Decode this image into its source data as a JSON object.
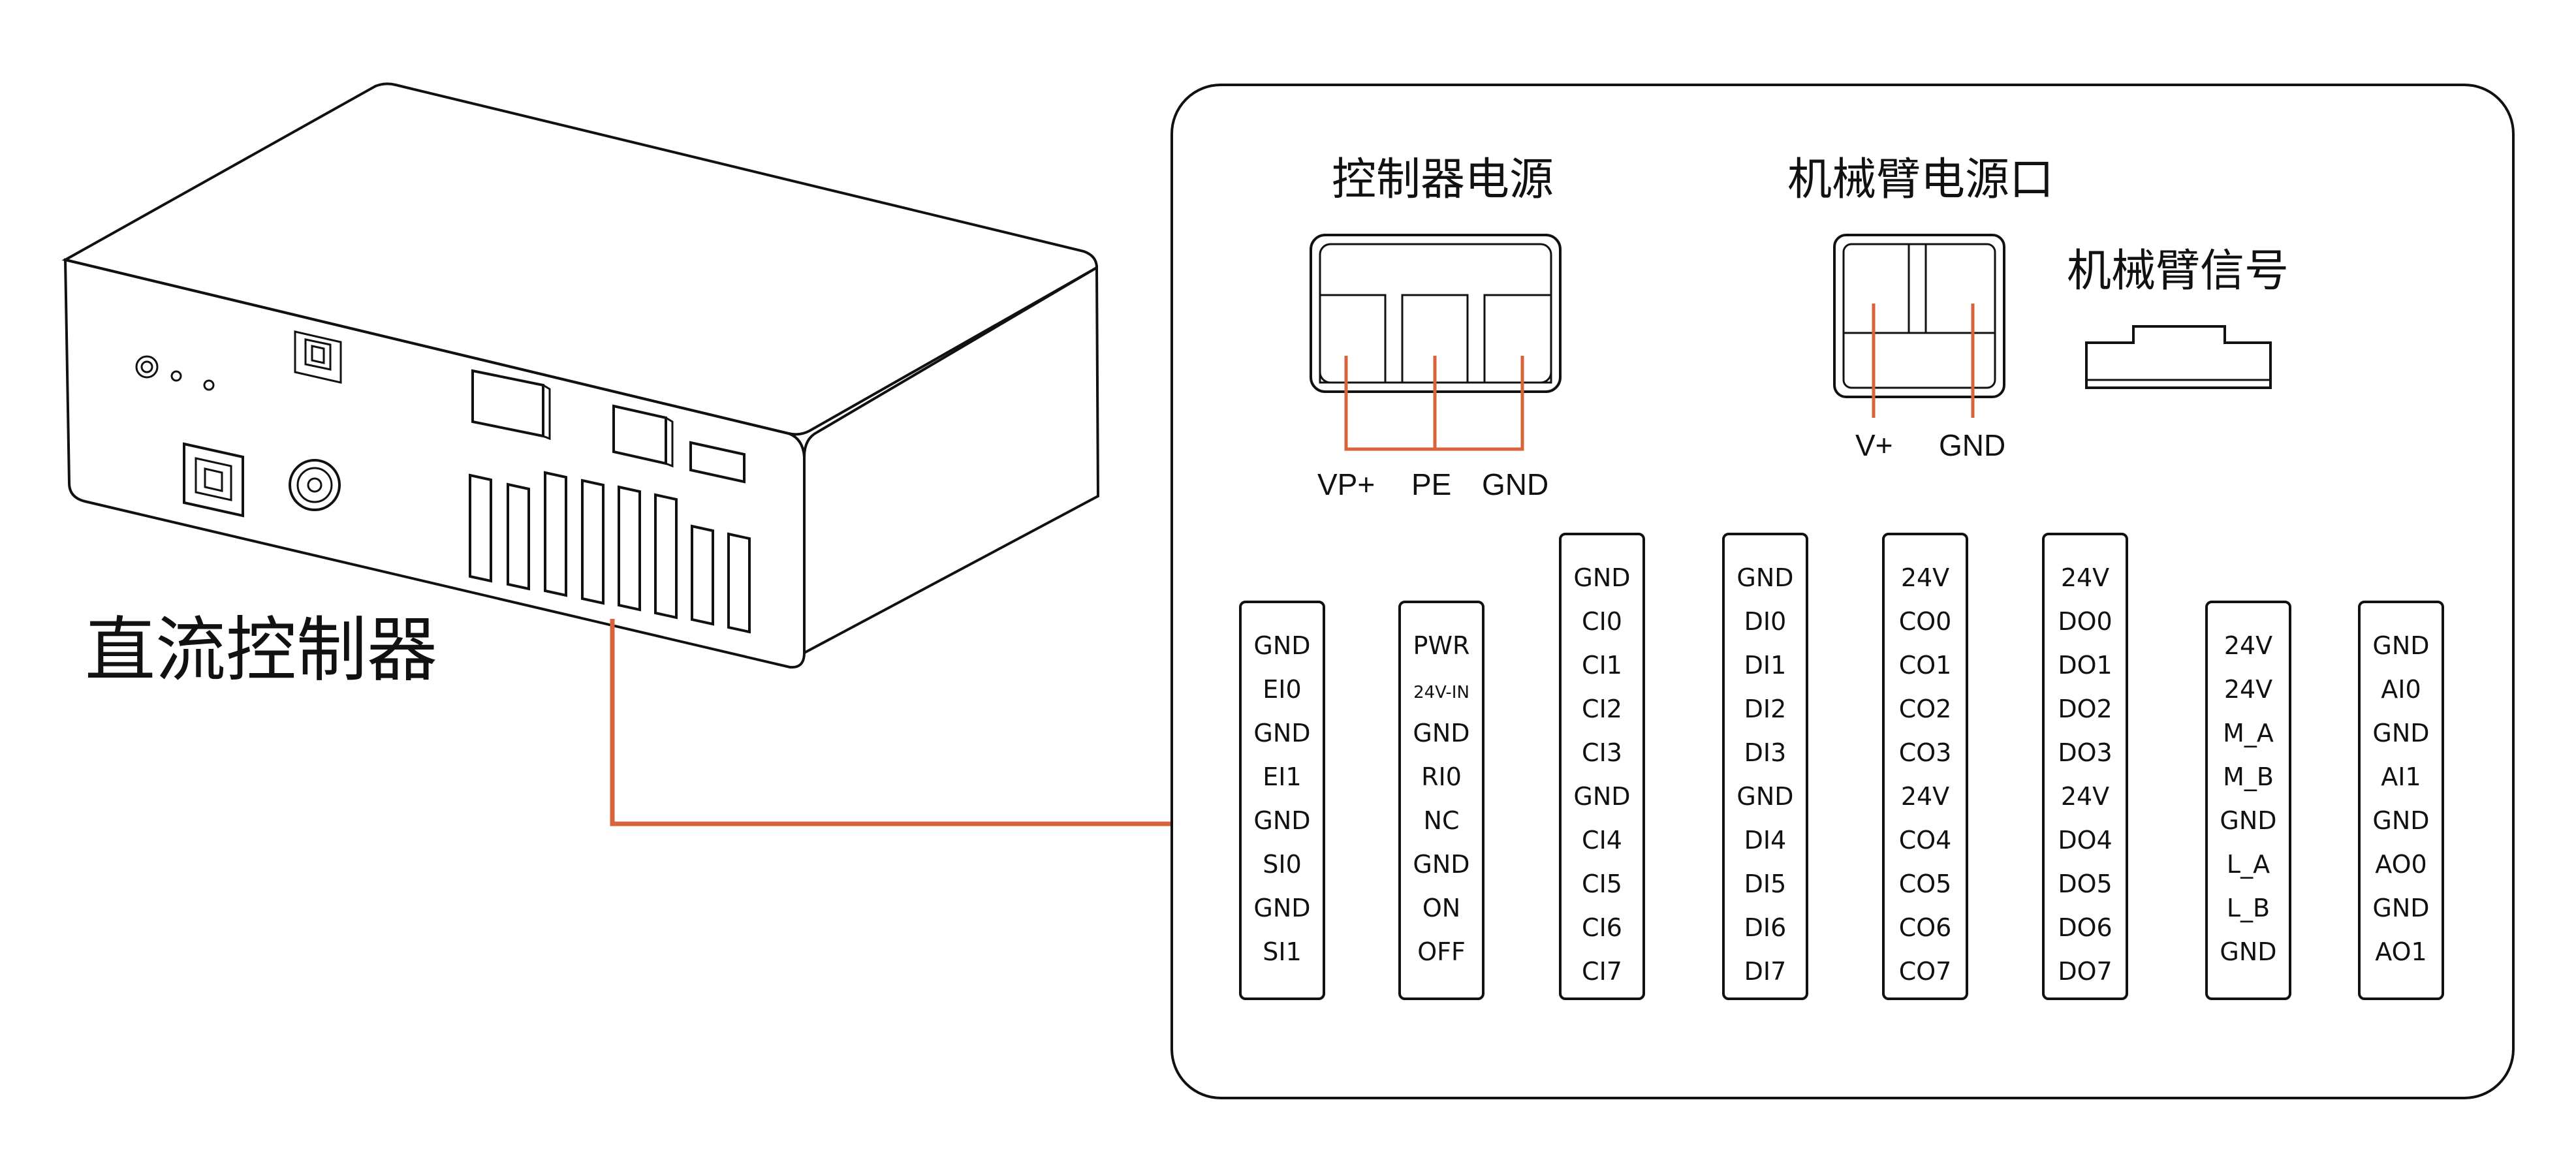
{
  "controller_label": "直流控制器",
  "panel": {
    "controller_power": {
      "title": "控制器电源",
      "pins": [
        "VP+",
        "PE",
        "GND"
      ]
    },
    "arm_power": {
      "title": "机械臂电源口",
      "pins": [
        "V+",
        "GND"
      ]
    },
    "arm_signal": {
      "title": "机械臂信号"
    }
  },
  "terminals": [
    [
      "GND",
      "EI0",
      "GND",
      "EI1",
      "GND",
      "SI0",
      "GND",
      "SI1"
    ],
    [
      "PWR",
      "24V-IN",
      "GND",
      "RI0",
      "NC",
      "GND",
      "ON",
      "OFF"
    ],
    [
      "GND",
      "CI0",
      "CI1",
      "CI2",
      "CI3",
      "GND",
      "CI4",
      "CI5",
      "CI6",
      "CI7"
    ],
    [
      "GND",
      "DI0",
      "DI1",
      "DI2",
      "DI3",
      "GND",
      "DI4",
      "DI5",
      "DI6",
      "DI7"
    ],
    [
      "24V",
      "CO0",
      "CO1",
      "CO2",
      "CO3",
      "24V",
      "CO4",
      "CO5",
      "CO6",
      "CO7"
    ],
    [
      "24V",
      "DO0",
      "DO1",
      "DO2",
      "DO3",
      "24V",
      "DO4",
      "DO5",
      "DO6",
      "DO7"
    ],
    [
      "24V",
      "24V",
      "M_A",
      "M_B",
      "GND",
      "L_A",
      "L_B",
      "GND"
    ],
    [
      "GND",
      "AI0",
      "GND",
      "AI1",
      "GND",
      "AO0",
      "GND",
      "AO1"
    ]
  ],
  "colors": {
    "wire": "#d9633a",
    "line": "#111111"
  }
}
